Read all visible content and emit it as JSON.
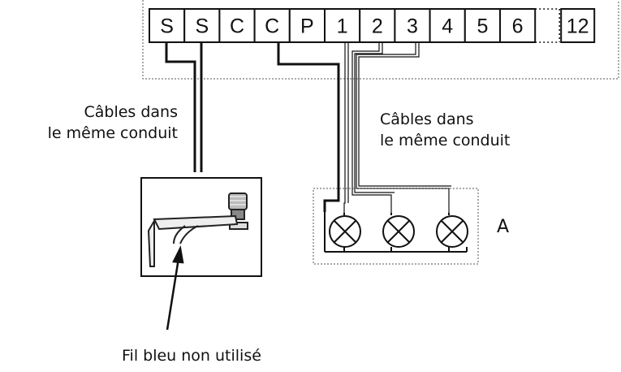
{
  "terminal_strip": {
    "terminals": [
      "S",
      "S",
      "C",
      "C",
      "P",
      "1",
      "2",
      "3",
      "4",
      "5",
      "6"
    ],
    "last_terminal": "12"
  },
  "captions": {
    "sensor_cable": [
      "Câbles dans",
      "le même conduit"
    ],
    "valve_cable": [
      "Câbles dans",
      "le même conduit"
    ],
    "unused_wire": "Fil bleu non utilisé",
    "group_label": "A"
  },
  "icons": {
    "sensor": "rain-sensor-icon",
    "valve": "valve-x-icon"
  }
}
